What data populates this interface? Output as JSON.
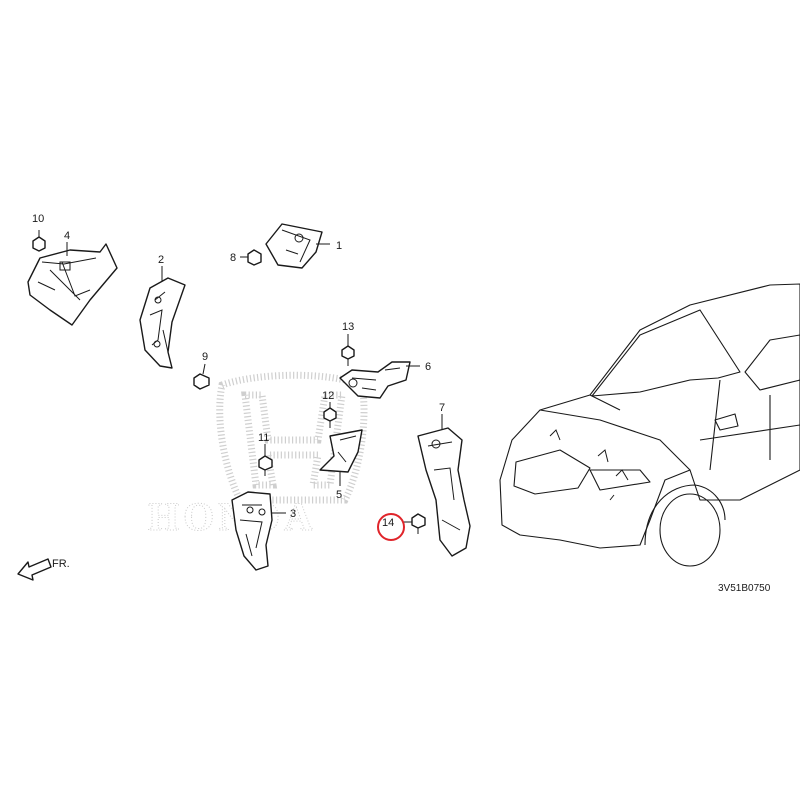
{
  "diagram": {
    "callouts": [
      {
        "id": "c1",
        "label": "1"
      },
      {
        "id": "c2",
        "label": "2"
      },
      {
        "id": "c3",
        "label": "3"
      },
      {
        "id": "c4",
        "label": "4"
      },
      {
        "id": "c5",
        "label": "5"
      },
      {
        "id": "c6",
        "label": "6"
      },
      {
        "id": "c7",
        "label": "7"
      },
      {
        "id": "c8",
        "label": "8"
      },
      {
        "id": "c9",
        "label": "9"
      },
      {
        "id": "c10",
        "label": "10"
      },
      {
        "id": "c11",
        "label": "11"
      },
      {
        "id": "c12",
        "label": "12"
      },
      {
        "id": "c13",
        "label": "13"
      },
      {
        "id": "c14",
        "label": "14"
      }
    ],
    "highlighted_callout": "14",
    "highlight_color": "#e0242a",
    "front_indicator": "FR.",
    "diagram_code": "3V51B0750",
    "watermark_text": "HONDA"
  }
}
